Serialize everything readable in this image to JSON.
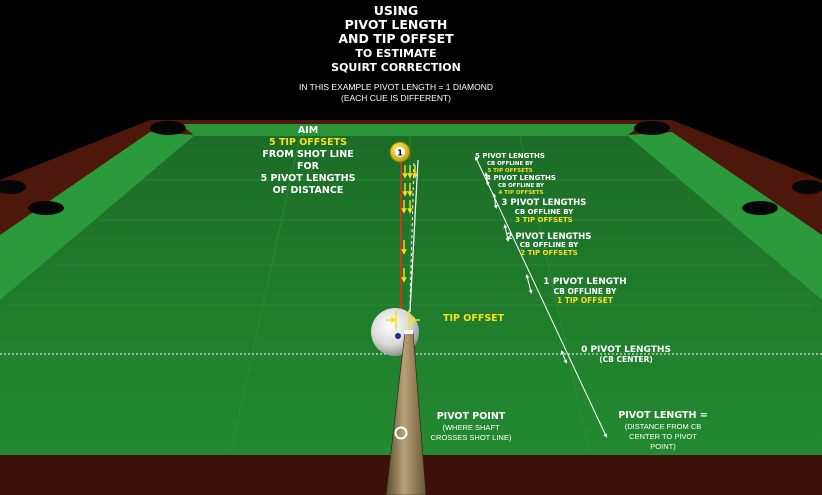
{
  "title": {
    "line1": "USING",
    "line2": "PIVOT LENGTH",
    "line3": "AND TIP OFFSET",
    "line4": "TO ESTIMATE",
    "line5": "SQUIRT CORRECTION"
  },
  "subtitle": {
    "line1": "IN THIS EXAMPLE PIVOT LENGTH = 1 DIAMOND",
    "line2": "(EACH CUE IS DIFFERENT)"
  },
  "aim_note": {
    "line1": "AIM",
    "line2": "5 TIP OFFSETS",
    "line3": "FROM SHOT LINE",
    "line4": "FOR",
    "line5": "5 PIVOT  LENGTHS",
    "line6": "OF DISTANCE"
  },
  "tip_offset_label": "TIP OFFSET",
  "pivot_markers": [
    {
      "heading": "5 PIVOT LENGTHS",
      "detail": "CB OFFLINE BY",
      "highlight": "5 TIP OFFSETS"
    },
    {
      "heading": "4 PIVOT LENGTHS",
      "detail": "CB OFFLINE BY",
      "highlight": "4 TIP OFFSETS"
    },
    {
      "heading": "3 PIVOT LENGTHS",
      "detail": "CB OFFLINE BY",
      "highlight": "3 TIP OFFSETS"
    },
    {
      "heading": "2 PIVOT LENGTHS",
      "detail": "CB OFFLINE BY",
      "highlight": "2 TIP OFFSETS"
    },
    {
      "heading": "1 PIVOT LENGTH",
      "detail": "CB OFFLINE BY",
      "highlight": "1 TIP OFFSET"
    },
    {
      "heading": "0 PIVOT LENGTHS",
      "detail": "(CB CENTER)",
      "highlight": ""
    }
  ],
  "pivot_point_note": {
    "line1": "PIVOT POINT",
    "line2": "(WHERE SHAFT",
    "line3": "CROSSES SHOT LINE)"
  },
  "pivot_length_note": {
    "line1": "PIVOT LENGTH =",
    "line2": "(DISTANCE FROM CB",
    "line3": "CENTER TO PIVOT",
    "line4": "POINT)"
  },
  "object_ball_number": "1",
  "colors": {
    "cloth": "#1f7d2c",
    "rail_wood": "#5e1f10",
    "highlight_yellow": "#f4e11c",
    "label_white": "#ffffff",
    "aim_line_red": "#c23b1a"
  }
}
